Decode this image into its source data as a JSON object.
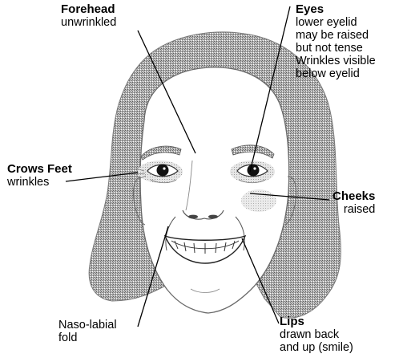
{
  "labels": {
    "forehead": {
      "title": "Forehead",
      "desc": [
        "unwrinkled"
      ]
    },
    "eyes": {
      "title": "Eyes",
      "desc": [
        "lower eyelid",
        "may be raised",
        "but not tense",
        "Wrinkles visible",
        "below eyelid"
      ]
    },
    "crows_feet": {
      "title": "Crows Feet",
      "desc": [
        "wrinkles"
      ]
    },
    "cheeks": {
      "title": "Cheeks",
      "desc": [
        "raised"
      ]
    },
    "naso_labial": {
      "title": "",
      "desc": [
        "Naso-labial",
        "fold"
      ]
    },
    "lips": {
      "title": "Lips",
      "desc": [
        "drawn back",
        "and up (smile)"
      ]
    }
  },
  "colors": {
    "ink": "#000000",
    "hair": "#9a9a9a",
    "skin": "#ffffff",
    "shade": "#cfcfcf"
  }
}
